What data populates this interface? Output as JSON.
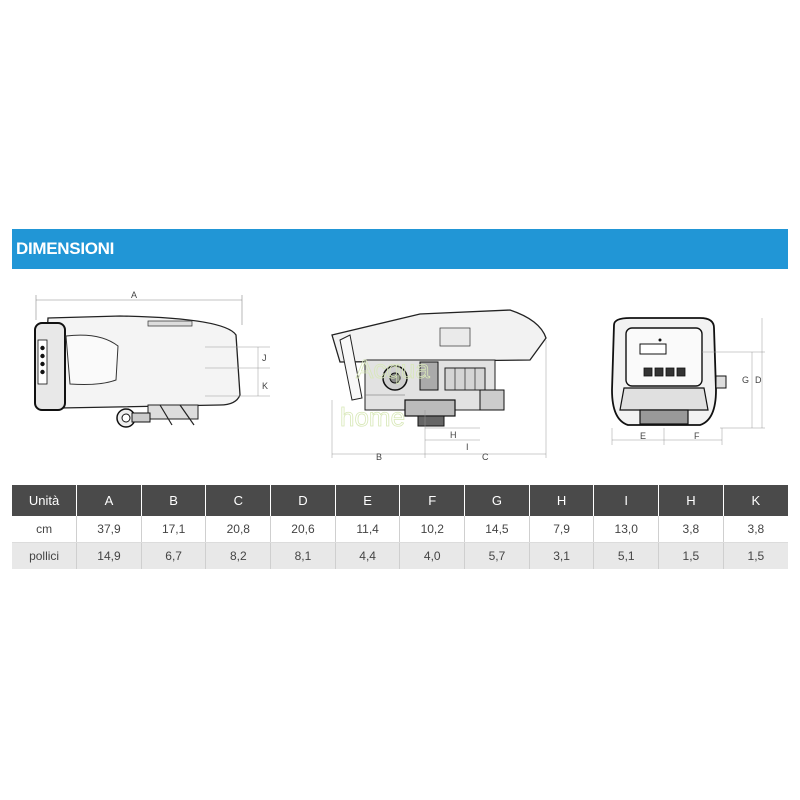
{
  "section": {
    "title": "DIMENSIONI"
  },
  "drawing_labels": {
    "left": {
      "a": "A",
      "j": "J",
      "k": "K"
    },
    "middle": {
      "b": "B",
      "c": "C",
      "h": "H",
      "i": "I"
    },
    "right": {
      "e": "E",
      "f": "F",
      "g": "G",
      "d": "D"
    },
    "watermark": [
      "Acqua",
      "home"
    ]
  },
  "table": {
    "headers": [
      "Unità",
      "A",
      "B",
      "C",
      "D",
      "E",
      "F",
      "G",
      "H",
      "I",
      "H",
      "K"
    ],
    "rows": [
      [
        "cm",
        "37,9",
        "17,1",
        "20,8",
        "20,6",
        "11,4",
        "10,2",
        "14,5",
        "7,9",
        "13,0",
        "3,8",
        "3,8"
      ],
      [
        "pollici",
        "14,9",
        "6,7",
        "8,2",
        "8,1",
        "4,4",
        "4,0",
        "5,7",
        "3,1",
        "5,1",
        "1,5",
        "1,5"
      ]
    ]
  }
}
